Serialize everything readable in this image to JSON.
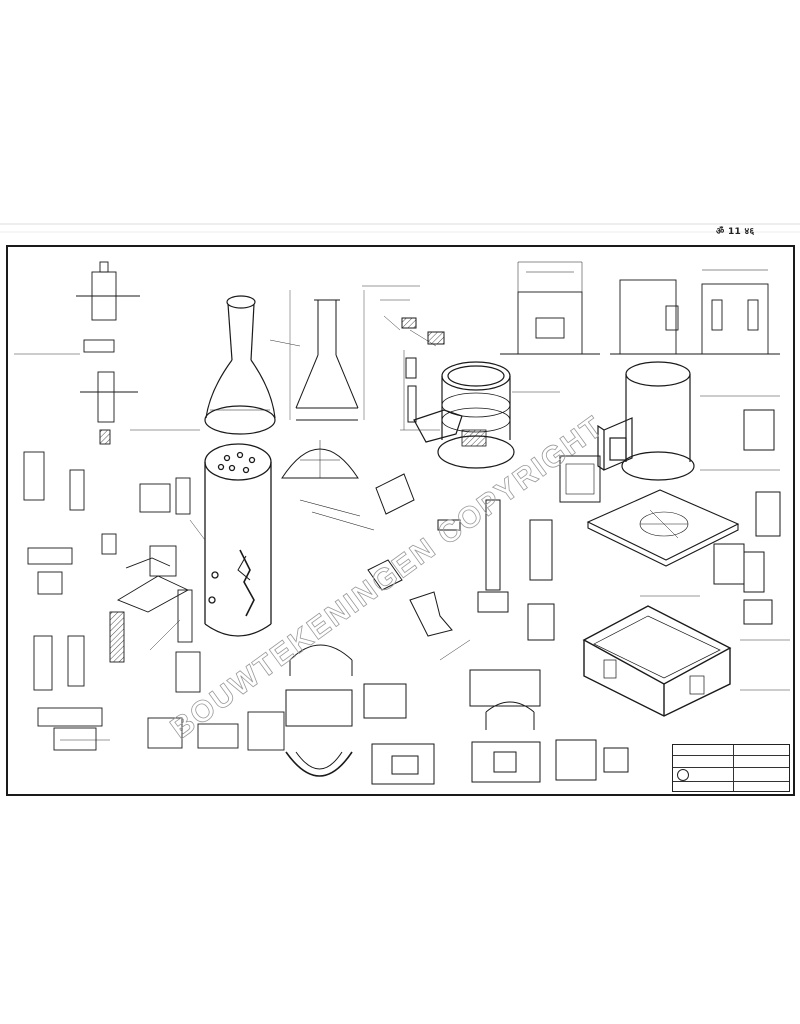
{
  "document": {
    "type": "technical-drawing",
    "corner_reference": "ॐ 11 ४६",
    "watermark": "BOUWTEKENINGEN COPYRIGHT",
    "colors": {
      "ink": "#1a1a1a",
      "paper": "#ffffff",
      "frame": "#222222"
    }
  }
}
